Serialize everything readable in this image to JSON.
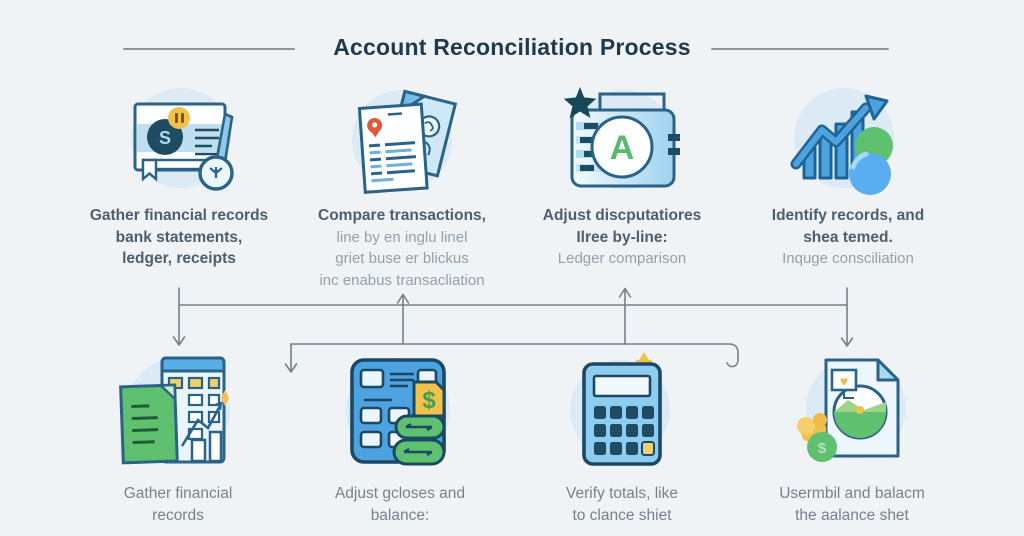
{
  "title": "Account Reconciliation Process",
  "top_steps": [
    {
      "icon": "document-magnifier-icon",
      "lines": [
        "Gather financial records",
        "bank statements,",
        "ledger, receipts"
      ]
    },
    {
      "icon": "compare-documents-icon",
      "lines": [
        "Compare transactions,",
        "line by en inglu linel",
        "griet buse er blickus",
        "inc enabus transacliation"
      ]
    },
    {
      "icon": "ledger-letter-icon",
      "lines": [
        "Adjust discputatiores",
        "Ilree by-line:",
        "Ledger comparison"
      ]
    },
    {
      "icon": "growth-chart-icon",
      "lines": [
        "Identify records, and",
        "shea temed.",
        "Inquge consciliation"
      ]
    }
  ],
  "bottom_steps": [
    {
      "icon": "building-ledger-icon",
      "lines": [
        "Gather financial",
        "records"
      ]
    },
    {
      "icon": "calculator-money-icon",
      "lines": [
        "Adjust gcloses and",
        "balance:"
      ]
    },
    {
      "icon": "calculator-icon",
      "lines": [
        "Verify totals, like",
        "to clance shiet"
      ]
    },
    {
      "icon": "report-pie-icon",
      "lines": [
        "Usermbil and balacm",
        "the aalance shet"
      ]
    }
  ],
  "icon_glyphs": {
    "stamp_s": "S",
    "ledger_a": "A",
    "ticket_dollar": "$",
    "coin_dollar": "$",
    "frame_heart": "♥"
  },
  "colors": {
    "background": "#eff3f6",
    "title": "#1d3a4f",
    "text_strong": "#4d5f6e",
    "text_soft": "#93a0ac",
    "text_bottom": "#75828e",
    "connector": "#72818b",
    "accent_blue": "#4da3e0",
    "accent_green": "#5fc06f",
    "accent_yellow": "#f0c24b",
    "outline_dark": "#2a6387"
  }
}
